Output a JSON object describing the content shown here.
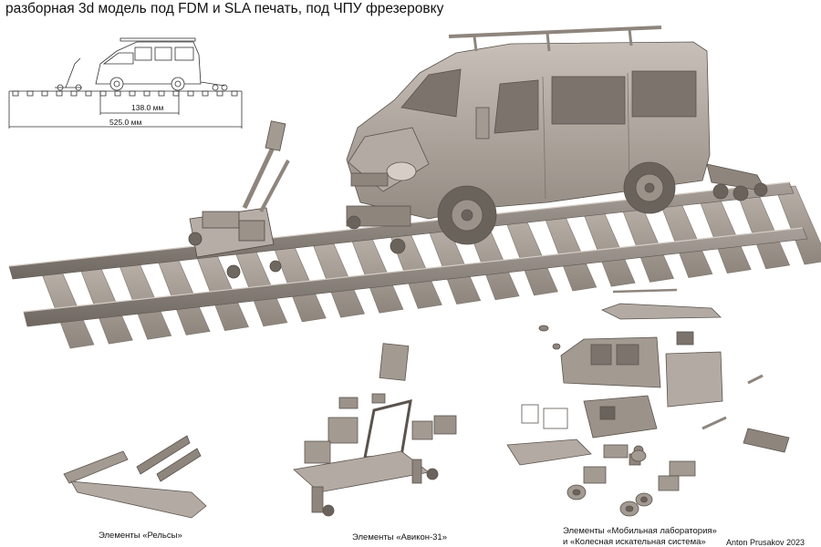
{
  "header": {
    "title": "разборная 3d модель под FDM и SLA печать, под ЧПУ фрезеровку"
  },
  "dimensions": {
    "inner": "138.0 мм",
    "total": "525.0 мм"
  },
  "captions": {
    "rails": "Элементы «Рельсы»",
    "avikon": "Элементы «Авикон-31»",
    "lab_line1": "Элементы «Мобильная лаборатория»",
    "lab_line2": "и «Колесная искательная система»"
  },
  "credit": "Anton Prusakov 2023",
  "colors": {
    "model": "#a39a92",
    "model_light": "#c2bab2",
    "model_dark": "#6f6861",
    "line": "#333333"
  }
}
